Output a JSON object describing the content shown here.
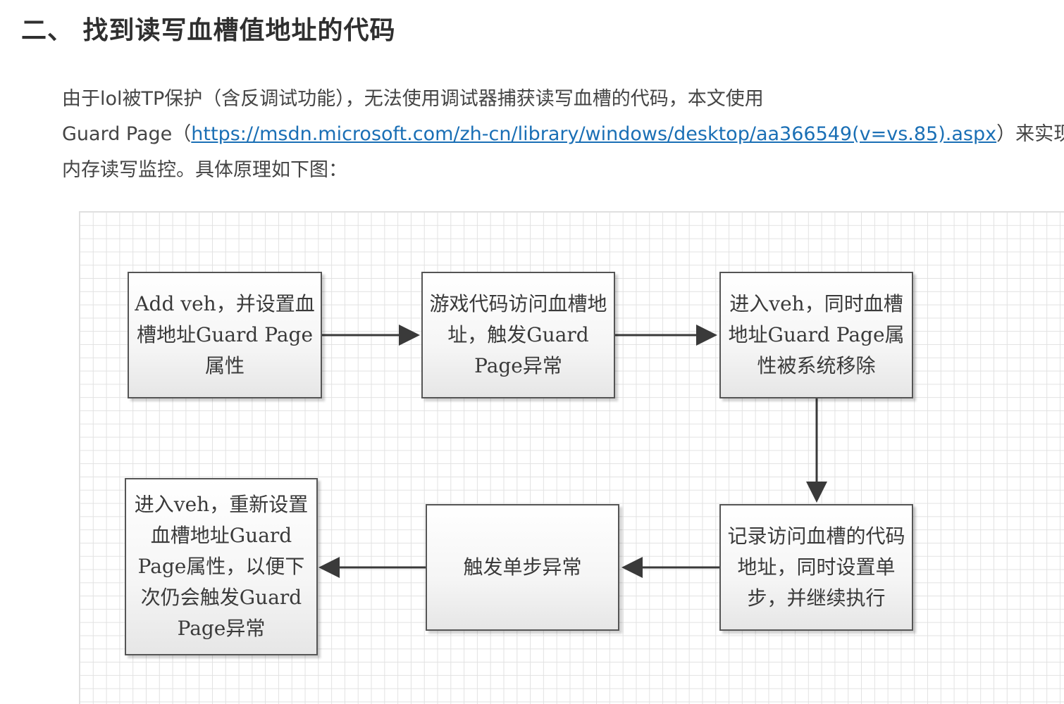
{
  "heading": "二、 找到读写血槽值地址的代码",
  "paragraph": {
    "line1": "由于lol被TP保护（含反调试功能），无法使用调试器捕获读写血槽的代码，本文使用",
    "line2_prefix": "Guard Page（",
    "link_text": "https://msdn.microsoft.com/zh-cn/library/windows/desktop/aa366549(v=vs.85).aspx",
    "line2_suffix": "）来实现",
    "line3": "内存读写监控。具体原理如下图："
  },
  "diagram": {
    "box1": "Add veh，并设置血槽地址Guard Page属性",
    "box2": "游戏代码访问血槽地址，触发Guard Page异常",
    "box3": "进入veh，同时血槽地址Guard Page属性被系统移除",
    "box4": "记录访问血槽的代码地址，同时设置单步，并继续执行",
    "box5": "触发单步异常",
    "box6": "进入veh，重新设置血槽地址Guard Page属性，以便下次仍会触发Guard Page异常",
    "colors": {
      "box_border": "#555555",
      "arrow": "#3a3a3a",
      "grid": "#e2e2e2",
      "link": "#1a6fb5"
    }
  }
}
